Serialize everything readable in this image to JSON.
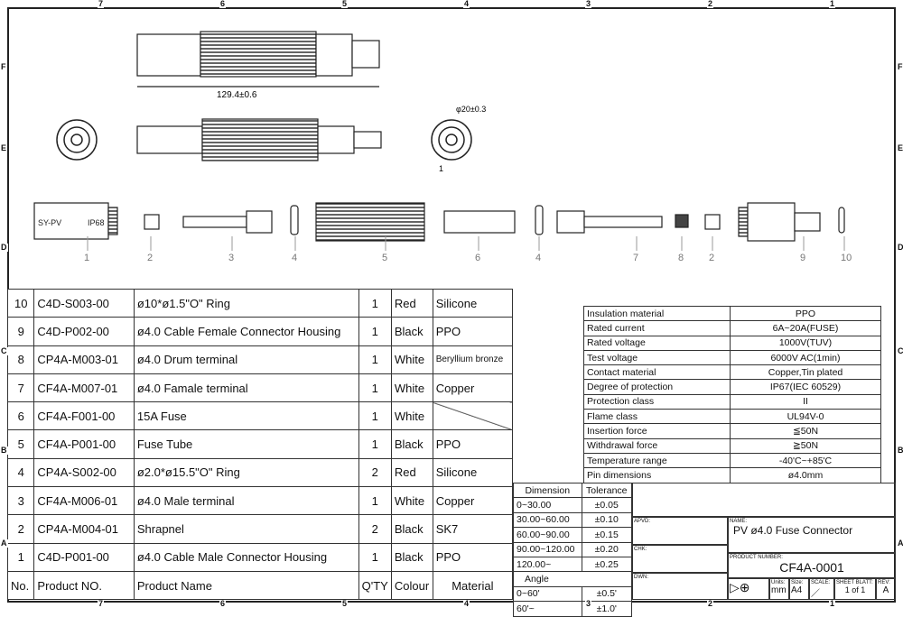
{
  "zones": {
    "top": [
      "7",
      "6",
      "5",
      "4",
      "3",
      "2",
      "1"
    ],
    "bottom": [
      "7",
      "6",
      "5",
      "4",
      "3",
      "2",
      "1"
    ],
    "sides": [
      "F",
      "E",
      "D",
      "C",
      "B",
      "A"
    ]
  },
  "drawing": {
    "length_dim": "129.4±0.6",
    "diameter_dim": "φ20±0.3",
    "end_callout": "1",
    "part_labels": [
      "1",
      "2",
      "3",
      "4",
      "5",
      "6",
      "4",
      "7",
      "8",
      "2",
      "9",
      "10"
    ],
    "housing_marks": [
      "SY-PV",
      "IP68"
    ]
  },
  "bom": {
    "headers": {
      "no": "No.",
      "product_no": "Product NO.",
      "product_name": "Product Name",
      "qty": "Q'TY",
      "colour": "Colour",
      "material": "Material"
    },
    "rows": [
      {
        "no": "10",
        "product_no": "C4D-S003-00",
        "product_name": "ø10*ø1.5\"O\" Ring",
        "qty": "1",
        "colour": "Red",
        "material": "Silicone"
      },
      {
        "no": "9",
        "product_no": "C4D-P002-00",
        "product_name": "ø4.0 Cable Female Connector Housing",
        "qty": "1",
        "colour": "Black",
        "material": "PPO"
      },
      {
        "no": "8",
        "product_no": "CP4A-M003-01",
        "product_name": "ø4.0 Drum terminal",
        "qty": "1",
        "colour": "White",
        "material": "Beryllium bronze"
      },
      {
        "no": "7",
        "product_no": "CF4A-M007-01",
        "product_name": "ø4.0 Famale terminal",
        "qty": "1",
        "colour": "White",
        "material": "Copper"
      },
      {
        "no": "6",
        "product_no": "CF4A-F001-00",
        "product_name": "15A Fuse",
        "qty": "1",
        "colour": "White",
        "material": ""
      },
      {
        "no": "5",
        "product_no": "CF4A-P001-00",
        "product_name": "Fuse Tube",
        "qty": "1",
        "colour": "Black",
        "material": "PPO"
      },
      {
        "no": "4",
        "product_no": "CP4A-S002-00",
        "product_name": "ø2.0*ø15.5\"O\" Ring",
        "qty": "2",
        "colour": "Red",
        "material": "Silicone"
      },
      {
        "no": "3",
        "product_no": "CF4A-M006-01",
        "product_name": "ø4.0 Male terminal",
        "qty": "1",
        "colour": "White",
        "material": "Copper"
      },
      {
        "no": "2",
        "product_no": "CP4A-M004-01",
        "product_name": "Shrapnel",
        "qty": "2",
        "colour": "Black",
        "material": "SK7"
      },
      {
        "no": "1",
        "product_no": "C4D-P001-00",
        "product_name": "ø4.0 Cable Male Connector Housing",
        "qty": "1",
        "colour": "Black",
        "material": "PPO"
      }
    ]
  },
  "specs": [
    {
      "k": "Insulation material",
      "v": "PPO"
    },
    {
      "k": "Rated current",
      "v": "6A~20A(FUSE)"
    },
    {
      "k": "Rated voltage",
      "v": "1000V(TUV)"
    },
    {
      "k": "Test voltage",
      "v": "6000V AC(1min)"
    },
    {
      "k": "Contact material",
      "v": "Copper,Tin plated"
    },
    {
      "k": "Degree of protection",
      "v": "IP67(IEC 60529)"
    },
    {
      "k": "Protection class",
      "v": "II"
    },
    {
      "k": "Flame class",
      "v": "UL94V-0"
    },
    {
      "k": "Insertion force",
      "v": "≦50N"
    },
    {
      "k": "Withdrawal force",
      "v": "≧50N"
    },
    {
      "k": "Temperature range",
      "v": "-40'C~+85'C"
    },
    {
      "k": "Pin dimensions",
      "v": "ø4.0mm"
    }
  ],
  "tolerance": {
    "h_dim": "Dimension",
    "h_tol": "Tolerance",
    "rows": [
      [
        "0~30.00",
        "±0.05"
      ],
      [
        "30.00~60.00",
        "±0.10"
      ],
      [
        "60.00~90.00",
        "±0.15"
      ],
      [
        "90.00~120.00",
        "±0.20"
      ],
      [
        "120.00~",
        "±0.25"
      ]
    ],
    "angle": "Angle",
    "angle_rows": [
      [
        "0~60'",
        "±0.5'"
      ],
      [
        "60'~",
        "±1.0'"
      ]
    ]
  },
  "title_block": {
    "apvd": "APVD:",
    "chk": "CHK:",
    "dwn": "DWN:",
    "name_label": "NAME:",
    "name": "PV ø4.0 Fuse Connector",
    "pn_label": "PRODUCT NUMBER:",
    "pn": "CF4A-0001",
    "units_label": "Units:",
    "units": "mm",
    "size_label": "Size:",
    "size": "A4",
    "scale_label": "SCALE:",
    "sheet_label": "SHEET BLATT:",
    "sheet": "1 of 1",
    "rev_label": "REV:",
    "rev": "A"
  }
}
